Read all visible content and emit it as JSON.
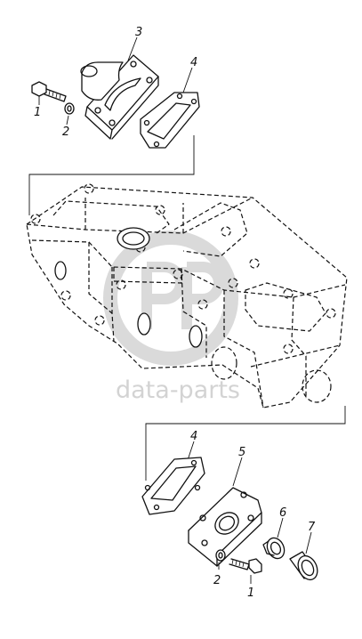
{
  "callouts": {
    "bolt_top": "1",
    "washer_top": "2",
    "flange_top": "3",
    "gasket_top": "4",
    "gasket_bottom": "4",
    "cover_plate": "5",
    "seal_ring": "6",
    "sleeve": "7",
    "washer_bottom": "2",
    "bolt_bottom": "1"
  },
  "watermark": {
    "text": "data-parts",
    "color": "#d3d3d3"
  },
  "line_color": "#111111"
}
